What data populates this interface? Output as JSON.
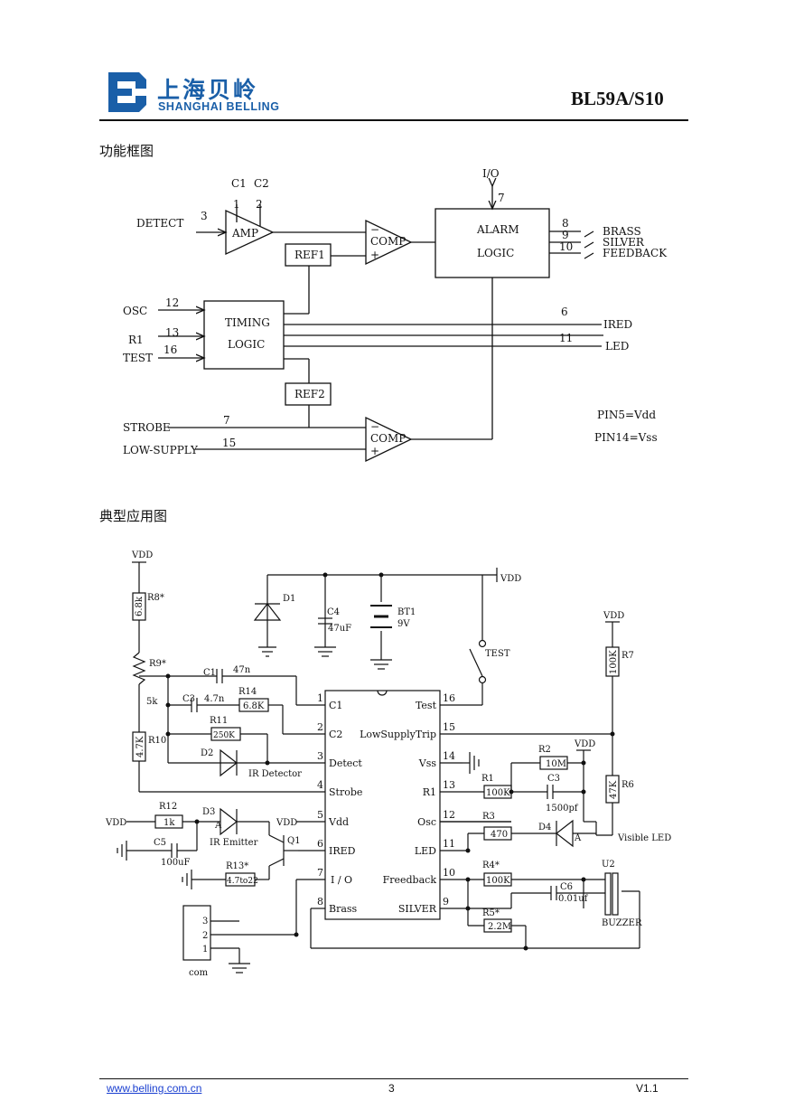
{
  "header": {
    "logo_cn": "上海贝岭",
    "logo_en": "SHANGHAI BELLING",
    "doc_title": "BL59A/S10"
  },
  "sections": {
    "block_diagram": "功能框图",
    "application": "典型应用图"
  },
  "block_diagram": {
    "blocks": {
      "amp": "AMP",
      "ref1": "REF1",
      "ref2": "REF2",
      "comp1": "COMP",
      "comp2": "COMP",
      "alarm1": "ALARM",
      "alarm2": "LOGIC",
      "timing1": "TIMING",
      "timing2": "LOGIC"
    },
    "signals": {
      "detect": "DETECT",
      "osc": "OSC",
      "r1": "R1",
      "test": "TEST",
      "strobe": "STROBE",
      "low_supply": "LOW-SUPPLY",
      "io": "I/O",
      "brass": "BRASS",
      "silver": "SILVER",
      "feedback": "FEEDBACK",
      "ired": "IRED",
      "led": "LED",
      "c1": "C1",
      "c2": "C2"
    },
    "pins": {
      "p1": "1",
      "p2": "2",
      "p3": "3",
      "p5": "PIN5=Vdd",
      "p14": "PIN14=Vss",
      "p6": "6",
      "p7a": "7",
      "p7b": "7",
      "p8": "8",
      "p9": "9",
      "p10": "10",
      "p11": "11",
      "p12": "12",
      "p13": "13",
      "p15": "15",
      "p16": "16"
    },
    "comp_signs": {
      "minus": "−",
      "plus": "+"
    }
  },
  "application": {
    "chip_pins_left": [
      {
        "num": "1",
        "name": "C1"
      },
      {
        "num": "2",
        "name": "C2"
      },
      {
        "num": "3",
        "name": "Detect"
      },
      {
        "num": "4",
        "name": "Strobe"
      },
      {
        "num": "5",
        "name": "Vdd"
      },
      {
        "num": "6",
        "name": "IRED"
      },
      {
        "num": "7",
        "name": "I / O"
      },
      {
        "num": "8",
        "name": "Brass"
      }
    ],
    "chip_pins_right": [
      {
        "num": "16",
        "name": "Test"
      },
      {
        "num": "15",
        "name": "LowSupplyTrip"
      },
      {
        "num": "14",
        "name": "Vss"
      },
      {
        "num": "13",
        "name": "R1"
      },
      {
        "num": "12",
        "name": "Osc"
      },
      {
        "num": "11",
        "name": "LED"
      },
      {
        "num": "10",
        "name": "Freedback"
      },
      {
        "num": "9",
        "name": "SILVER"
      }
    ],
    "labels": {
      "vdd": "VDD",
      "r8": "R8*",
      "r8v": "6.8k",
      "r9": "R9*",
      "r9v": "5k",
      "r10": "R10",
      "r10v": "4.7K",
      "c1": "C1",
      "c1v": "47n",
      "c3a": "C3",
      "c3av": "4.7n",
      "r14": "R14",
      "r14v": "6.8K",
      "r11": "R11",
      "r11v": "250K",
      "d2": "D2",
      "ir_det": "IR Detector",
      "r12": "R12",
      "r12v": "1k",
      "d3": "D3",
      "ir_em": "IR Emitter",
      "a": "A",
      "c5": "C5",
      "c5v": "100uF",
      "r13": "R13*",
      "r13v": "4.7to22",
      "q1": "Q1",
      "d1": "D1",
      "c4": "C4",
      "c4v": "47uF",
      "bt1": "BT1",
      "bt1v": "9V",
      "test": "TEST",
      "r7": "R7",
      "r7v": "100K",
      "r6": "R6",
      "r6v": "47K",
      "r2": "R2",
      "r2v": "10M",
      "c3b": "C3",
      "c3bv": "1500pf",
      "r1": "R1",
      "r1v": "100K",
      "r3": "R3",
      "r3v": "470",
      "d4": "D4",
      "vis_led": "Visible LED",
      "r4": "R4*",
      "r4v": "100K",
      "c6": "C6",
      "c6v": "0.01uf",
      "u2": "U2",
      "buzzer": "BUZZER",
      "r5": "R5*",
      "r5v": "2.2M",
      "com": "com",
      "c_1": "1",
      "c_2": "2",
      "c_3": "3"
    }
  },
  "footer": {
    "url": "www.belling.com.cn",
    "page": "3",
    "version": "V1.1"
  }
}
